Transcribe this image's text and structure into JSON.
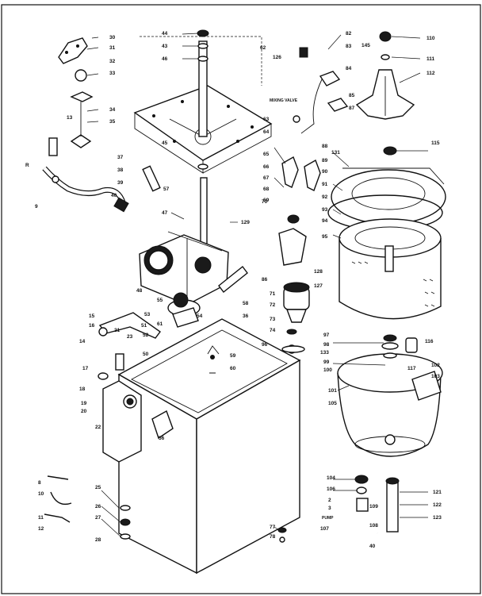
{
  "diagram": {
    "callouts": [
      {
        "id": "c30",
        "text": "30"
      },
      {
        "id": "c31",
        "text": "31"
      },
      {
        "id": "c32",
        "text": "32"
      },
      {
        "id": "c33",
        "text": "33"
      },
      {
        "id": "c34",
        "text": "34"
      },
      {
        "id": "c35",
        "text": "35"
      },
      {
        "id": "c13",
        "text": "13"
      },
      {
        "id": "cR",
        "text": "R"
      },
      {
        "id": "c9",
        "text": "9"
      },
      {
        "id": "c40",
        "text": "40"
      },
      {
        "id": "c44",
        "text": "44"
      },
      {
        "id": "c43",
        "text": "43"
      },
      {
        "id": "c46",
        "text": "46"
      },
      {
        "id": "c62",
        "text": "62"
      },
      {
        "id": "c126",
        "text": "126"
      },
      {
        "id": "c82",
        "text": "82"
      },
      {
        "id": "c83",
        "text": "83"
      },
      {
        "id": "c84",
        "text": "84"
      },
      {
        "id": "c85",
        "text": "85"
      },
      {
        "id": "c87",
        "text": "87"
      },
      {
        "id": "c145",
        "text": "145"
      },
      {
        "id": "c110",
        "text": "110"
      },
      {
        "id": "c111",
        "text": "111"
      },
      {
        "id": "c112",
        "text": "112"
      },
      {
        "id": "cmixing",
        "text": "MIXING VALVE"
      },
      {
        "id": "c63",
        "text": "63"
      },
      {
        "id": "c64",
        "text": "64"
      },
      {
        "id": "c65",
        "text": "65"
      },
      {
        "id": "c66",
        "text": "66"
      },
      {
        "id": "c67",
        "text": "67"
      },
      {
        "id": "c68",
        "text": "68"
      },
      {
        "id": "c69",
        "text": "69"
      },
      {
        "id": "c88",
        "text": "88"
      },
      {
        "id": "c131",
        "text": "131"
      },
      {
        "id": "c89",
        "text": "89"
      },
      {
        "id": "c90",
        "text": "90"
      },
      {
        "id": "c91",
        "text": "91"
      },
      {
        "id": "c92",
        "text": "92"
      },
      {
        "id": "c93",
        "text": "93"
      },
      {
        "id": "c94",
        "text": "94"
      },
      {
        "id": "c95",
        "text": "95"
      },
      {
        "id": "c115",
        "text": "115"
      },
      {
        "id": "c37",
        "text": "37"
      },
      {
        "id": "c38",
        "text": "38"
      },
      {
        "id": "c39",
        "text": "39"
      },
      {
        "id": "c57",
        "text": "57"
      },
      {
        "id": "c45",
        "text": "45"
      },
      {
        "id": "c47",
        "text": "47"
      },
      {
        "id": "c48",
        "text": "48"
      },
      {
        "id": "c129",
        "text": "129"
      },
      {
        "id": "c70",
        "text": "70"
      },
      {
        "id": "c86",
        "text": "86"
      },
      {
        "id": "c71",
        "text": "71"
      },
      {
        "id": "c72",
        "text": "72"
      },
      {
        "id": "c73",
        "text": "73"
      },
      {
        "id": "c74",
        "text": "74"
      },
      {
        "id": "c128",
        "text": "128"
      },
      {
        "id": "c127",
        "text": "127"
      },
      {
        "id": "c96",
        "text": "96"
      },
      {
        "id": "c97",
        "text": "97"
      },
      {
        "id": "c98",
        "text": "98"
      },
      {
        "id": "c133",
        "text": "133"
      },
      {
        "id": "c99",
        "text": "99"
      },
      {
        "id": "c100",
        "text": "100"
      },
      {
        "id": "c102",
        "text": "102"
      },
      {
        "id": "c103",
        "text": "103"
      },
      {
        "id": "c101",
        "text": "101"
      },
      {
        "id": "c105",
        "text": "105"
      },
      {
        "id": "c15",
        "text": "15"
      },
      {
        "id": "c16",
        "text": "16"
      },
      {
        "id": "c21",
        "text": "21"
      },
      {
        "id": "c23",
        "text": "23"
      },
      {
        "id": "c14",
        "text": "14"
      },
      {
        "id": "c17",
        "text": "17"
      },
      {
        "id": "c18",
        "text": "18"
      },
      {
        "id": "c19",
        "text": "19"
      },
      {
        "id": "c20",
        "text": "20"
      },
      {
        "id": "c22",
        "text": "22"
      },
      {
        "id": "c50",
        "text": "50"
      },
      {
        "id": "c51",
        "text": "51"
      },
      {
        "id": "c52",
        "text": "52"
      },
      {
        "id": "c53",
        "text": "53"
      },
      {
        "id": "c54",
        "text": "54"
      },
      {
        "id": "c55",
        "text": "55"
      },
      {
        "id": "c56",
        "text": "56"
      },
      {
        "id": "c58",
        "text": "58"
      },
      {
        "id": "c59",
        "text": "59"
      },
      {
        "id": "c60",
        "text": "60"
      },
      {
        "id": "c61",
        "text": "61"
      },
      {
        "id": "c36",
        "text": "36"
      },
      {
        "id": "c8",
        "text": "8"
      },
      {
        "id": "c25",
        "text": "25"
      },
      {
        "id": "c26",
        "text": "26"
      },
      {
        "id": "c27",
        "text": "27"
      },
      {
        "id": "c28",
        "text": "28"
      },
      {
        "id": "c10",
        "text": "10"
      },
      {
        "id": "c11",
        "text": "11"
      },
      {
        "id": "c12",
        "text": "12"
      },
      {
        "id": "c77",
        "text": "77"
      },
      {
        "id": "c78",
        "text": "78"
      },
      {
        "id": "c104",
        "text": "104"
      },
      {
        "id": "c106",
        "text": "106"
      },
      {
        "id": "c107",
        "text": "107"
      },
      {
        "id": "cpump",
        "text": "PUMP"
      },
      {
        "id": "c2",
        "text": "2"
      },
      {
        "id": "c3",
        "text": "3"
      },
      {
        "id": "c121",
        "text": "121"
      },
      {
        "id": "c122",
        "text": "122"
      },
      {
        "id": "c123",
        "text": "123"
      },
      {
        "id": "c108",
        "text": "108"
      },
      {
        "id": "c109",
        "text": "109"
      },
      {
        "id": "c40b",
        "text": "40"
      },
      {
        "id": "c117",
        "text": "117"
      },
      {
        "id": "c116",
        "text": "116"
      }
    ]
  }
}
